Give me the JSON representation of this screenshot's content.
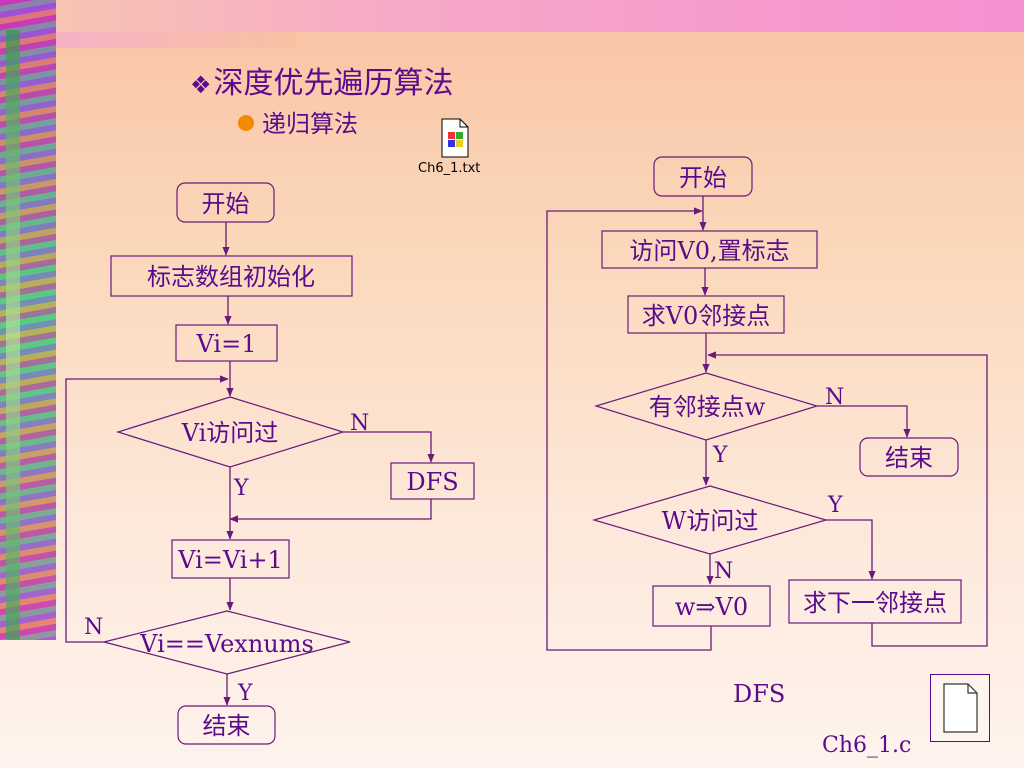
{
  "heading": "深度优先遍历算法",
  "subheading": "递归算法",
  "file_icon": {
    "icon": "windows-text-file-icon",
    "label": "Ch6_1.txt"
  },
  "left_flow": {
    "start": "开始",
    "init": "标志数组初始化",
    "assign": "Vi=1",
    "check_visited": "Vi访问过",
    "label_n1": "N",
    "dfs": "DFS",
    "label_y1": "Y",
    "increment": "Vi=Vi+1",
    "check_end": "Vi==Vexnums",
    "label_n2": "N",
    "label_y2": "Y",
    "end": "结束"
  },
  "right_flow": {
    "start": "开始",
    "visit": "访问V0,置标志",
    "find_adj": "求V0邻接点",
    "has_adj": "有邻接点w",
    "label_n1": "N",
    "end": "结束",
    "label_y1": "Y",
    "w_visited": "W访问过",
    "label_y2": "Y",
    "label_n2": "N",
    "assign": "w⇒V0",
    "next_adj": "求下一邻接点",
    "caption": "DFS"
  },
  "doc_icon": {
    "icon": "document-icon",
    "label": "Ch6_1.c"
  },
  "colors": {
    "text": "#5a0c8c",
    "line": "#6a1a7a",
    "bullet": "#f28a00"
  }
}
